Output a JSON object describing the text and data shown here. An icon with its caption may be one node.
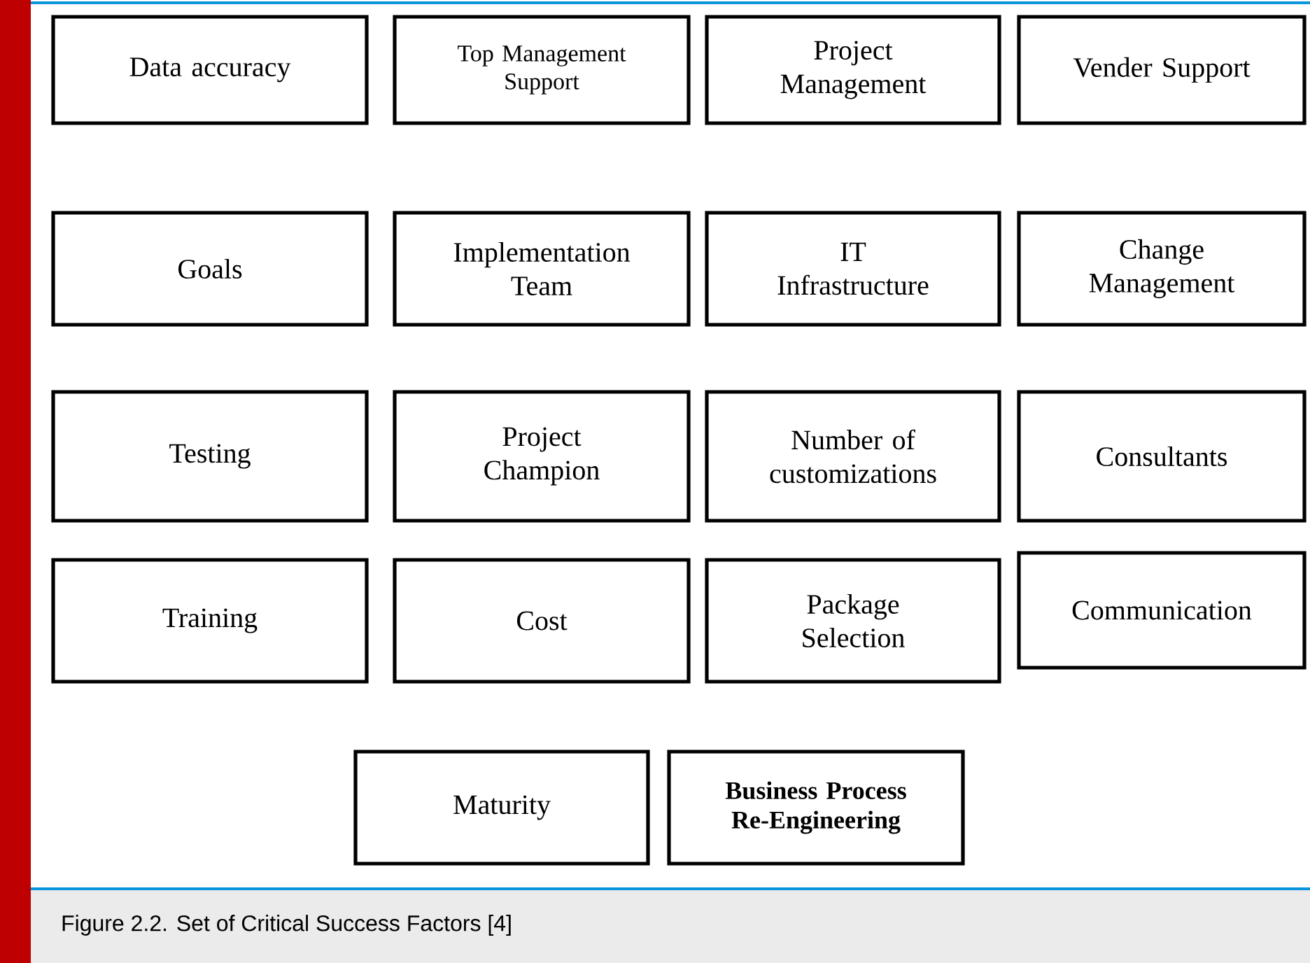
{
  "diagram": {
    "caption": "Figure 2.2. Set of Critical Success Factors [4]",
    "nodes": [
      {
        "text": [
          "Data accuracy"
        ]
      },
      {
        "text": [
          "Top Management Support"
        ]
      },
      {
        "text": [
          "Project Management"
        ]
      },
      {
        "text": [
          "Vender Support"
        ]
      },
      {
        "text": [
          "Goals"
        ]
      },
      {
        "text": [
          "Implementation Team"
        ]
      },
      {
        "text": [
          "IT Infrastructure"
        ]
      },
      {
        "text": [
          "Change Management"
        ]
      },
      {
        "text": [
          "Testing"
        ]
      },
      {
        "text": [
          "Project Champion"
        ]
      },
      {
        "text": [
          "Number of customizations"
        ]
      },
      {
        "text": [
          "Consultants"
        ]
      },
      {
        "text": [
          "Training"
        ]
      },
      {
        "text": [
          "Cost"
        ]
      },
      {
        "text": [
          "Package Selection"
        ]
      },
      {
        "text": [
          "Communication"
        ]
      },
      {
        "text": [
          "Maturity"
        ]
      },
      {
        "text": [
          "Business Process Re-Engineering"
        ]
      }
    ]
  }
}
